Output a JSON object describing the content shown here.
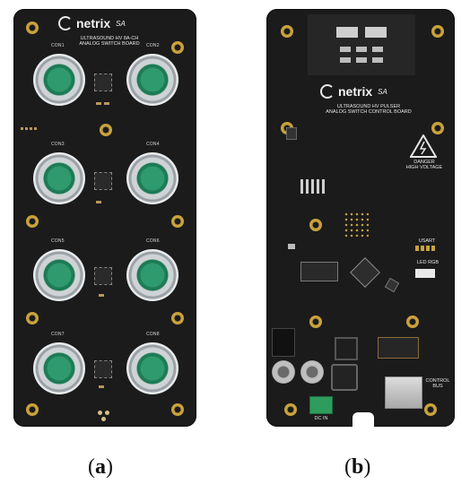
{
  "board_a": {
    "logo": "netrix",
    "logo_suffix": "SA",
    "subtitle_line1": "ULTRASOUND HV 8A-CH",
    "subtitle_line2": "ANALOG SWITCH BOARD",
    "connectors": [
      "CON1",
      "CON2",
      "CON3",
      "CON4",
      "CON5",
      "CON6",
      "CON7",
      "CON8"
    ]
  },
  "board_b": {
    "logo": "netrix",
    "logo_suffix": "SA",
    "subtitle_line1": "ULTRASOUND HV PULSER",
    "subtitle_line2": "ANALOG SWITCH CONTROL BOARD",
    "danger_line1": "DANGER",
    "danger_line2": "HIGH VOLTAGE",
    "usart": "USART",
    "led_rgb": "LED RGB",
    "dc_in": "DC IN",
    "control_bus_line1": "CONTROL",
    "control_bus_line2": "BUS"
  },
  "captions": {
    "a_open": "(",
    "a_letter": "a",
    "a_close": ")",
    "b_open": "(",
    "b_letter": "b",
    "b_close": ")"
  },
  "colors": {
    "pcb": "#1b1b1b",
    "gold": "#c9a23c",
    "connector_green": "#2f9a6e"
  }
}
